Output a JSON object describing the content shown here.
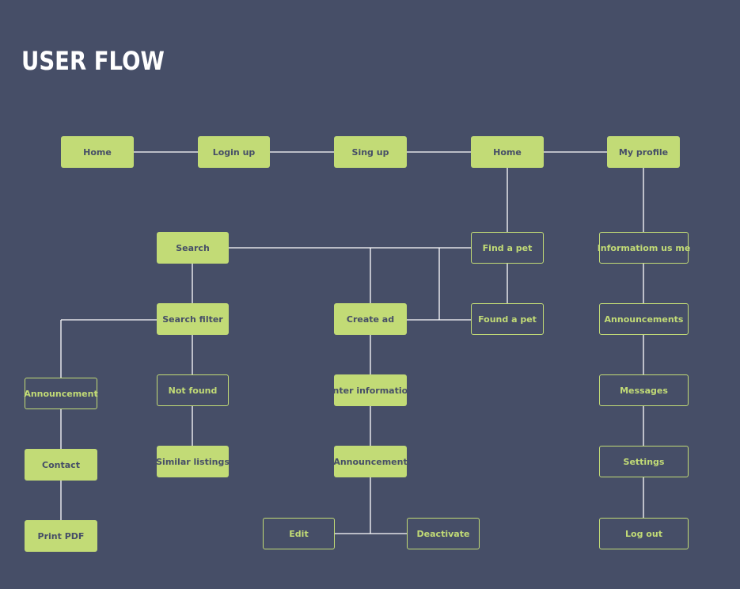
{
  "title": "USER FLOW",
  "colors": {
    "background": "#464e67",
    "accent": "#c2db76",
    "connector": "#ffffff"
  },
  "nodes": {
    "home1": "Home",
    "login": "Login up",
    "signup": "Sing up",
    "home2": "Home",
    "my_profile": "My profile",
    "search": "Search",
    "find_pet": "Find a pet",
    "info_us_me": "Informatiom us me",
    "search_filter": "Search filter",
    "create_ad": "Create ad",
    "found_pet": "Found a pet",
    "announcements": "Announcements",
    "announcement_left": "Announcement",
    "not_found": "Not found",
    "enter_info": "Enter information",
    "messages": "Messages",
    "contact": "Contact",
    "similar": "Similar listings",
    "announcement_mid": "Announcement",
    "settings": "Settings",
    "print_pdf": "Print PDF",
    "edit": "Edit",
    "deactivate": "Deactivate",
    "logout": "Log out"
  }
}
